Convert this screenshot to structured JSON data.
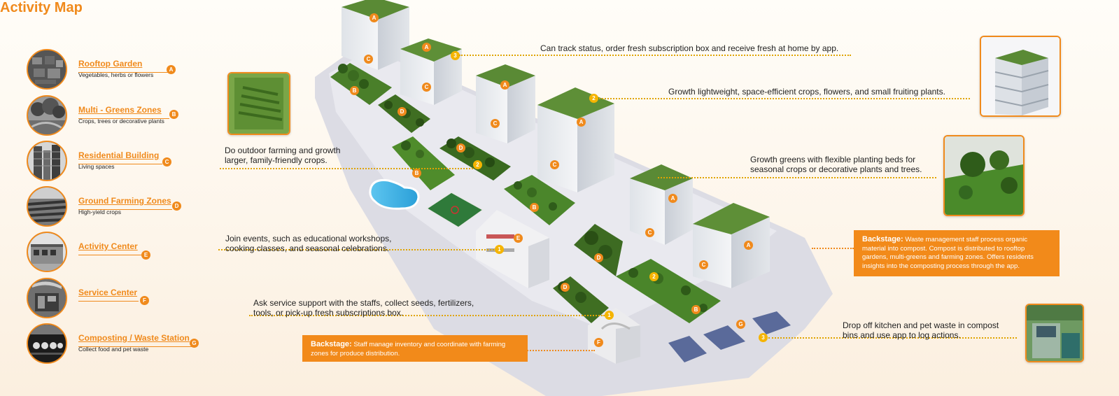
{
  "title": "Activity Map",
  "legend": [
    {
      "name": "Rooftop Garden",
      "desc": "Vegetables, herbs or flowers",
      "letter": "A"
    },
    {
      "name": "Multi - Greens Zones",
      "desc": "Crops, trees or decorative plants",
      "letter": "B"
    },
    {
      "name": "Residential Building",
      "desc": "Living spaces",
      "letter": "C"
    },
    {
      "name": "Ground Farming Zones",
      "desc": "High-yield crops",
      "letter": "D"
    },
    {
      "name": "Activity Center",
      "desc": "",
      "letter": "E"
    },
    {
      "name": "Service Center",
      "desc": "",
      "letter": "F"
    },
    {
      "name": "Composting / Waste Station",
      "desc": "Collect food and pet waste",
      "letter": "G"
    }
  ],
  "annotations": {
    "rooftop_app": "Can track status, order fresh subscription box and receive fresh at home by app.",
    "rooftop_growth": "Growth lightweight, space-efficient crops, flowers, and small fruiting plants.",
    "outdoor_farming_1": "Do outdoor farming and growth",
    "outdoor_farming_2": "larger, family-friendly crops.",
    "greens_1": "Growth greens with flexible planting beds for",
    "greens_2": "seasonal crops or decorative plants and trees.",
    "events_1": "Join events, such as educational workshops,",
    "events_2": "cooking classes, and seasonal celebrations.",
    "service_1": "Ask service support with the staffs, collect seeds, fertilizers,",
    "service_2": "tools, or pick-up fresh subscriptions box.",
    "compost_1": "Drop off kitchen and pet waste in compost",
    "compost_2": "bins and use app to log actions."
  },
  "backstage": {
    "label": "Backstage:",
    "service_text": "Staff manage inventory and coordinate with farming zones for produce distribution.",
    "compost_text": "Waste management staff process organic material into compost. Compost is distributed to rooftop gardens, multi-greens and farming zones. Offers residents insights into the composting process through the app."
  },
  "touchpoints": [
    "1",
    "2",
    "3"
  ],
  "colors": {
    "accent": "#f08a1c",
    "touchpoint": "#f5b400",
    "grass": "#4d8a2c",
    "building": "#eef0f3"
  }
}
